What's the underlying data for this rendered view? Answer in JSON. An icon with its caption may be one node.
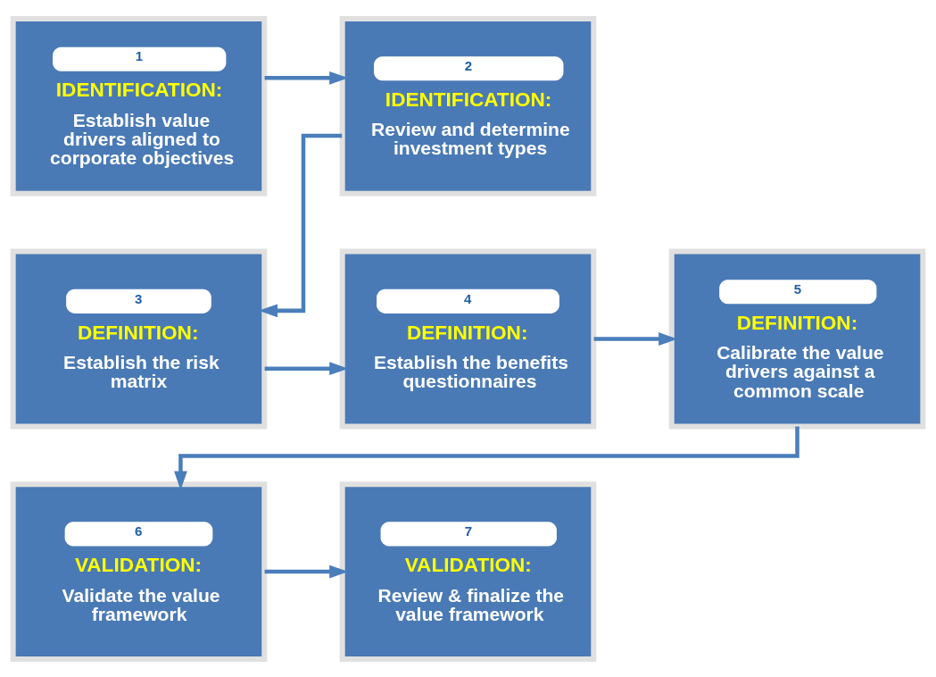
{
  "diagram": {
    "nodes": [
      {
        "text": [
          "1",
          "IDENTIFICATION:",
          "Establish value drivers aligned to corporate objectives"
        ]
      },
      {
        "text": [
          "2",
          "IDENTIFICATION:",
          "Review and determine investment types"
        ]
      },
      {
        "text": [
          "3",
          "DEFINITION:",
          "Establish the risk matrix"
        ]
      },
      {
        "text": [
          "4",
          "DEFINITION:",
          "Establish the benefits questionnaires"
        ]
      },
      {
        "text": [
          "5",
          "DEFINITION:",
          "Calibrate the value drivers against a common scale"
        ]
      },
      {
        "text": [
          "6",
          "VALIDATION:",
          "Validate the value framework"
        ]
      },
      {
        "text": [
          "7",
          "VALIDATION:",
          "Review & finalize the value framework"
        ]
      }
    ],
    "edges": [
      {
        "from": 0,
        "to": 1,
        "arrow": "to"
      },
      {
        "from": 1,
        "to": 2,
        "arrow": "to"
      },
      {
        "from": 2,
        "to": 3,
        "arrow": "to"
      },
      {
        "from": 3,
        "to": 4,
        "arrow": "to"
      },
      {
        "from": 4,
        "to": 5,
        "arrow": "to"
      },
      {
        "from": 5,
        "to": 6,
        "arrow": "to"
      }
    ]
  }
}
